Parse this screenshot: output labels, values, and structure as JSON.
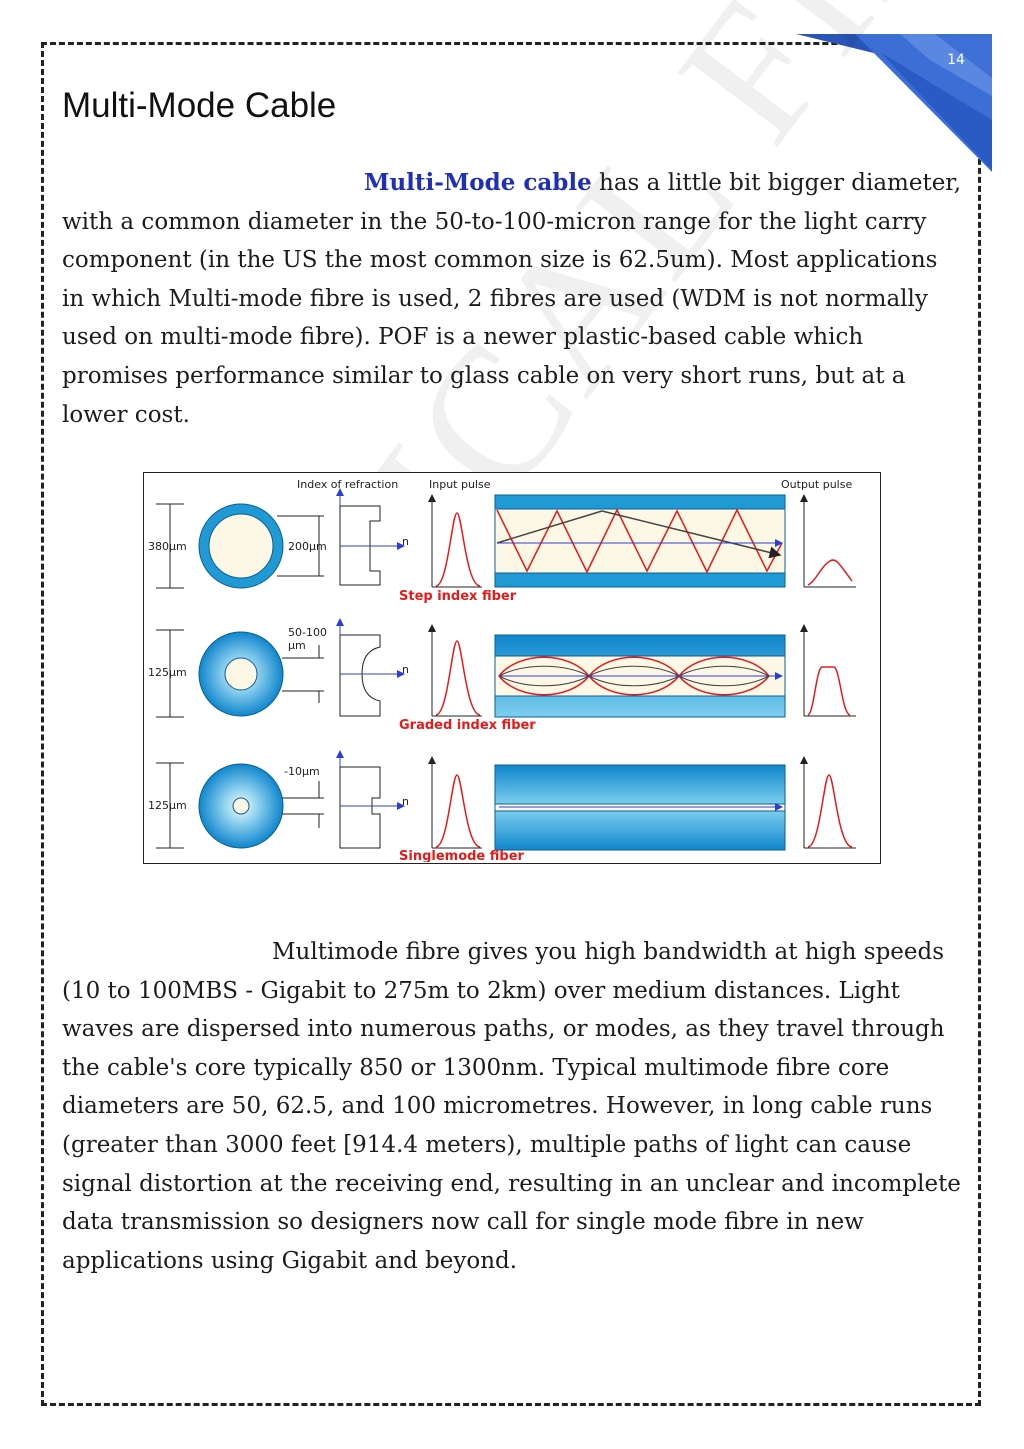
{
  "page": {
    "number": "14",
    "watermark": "OPTICAL FIBRES",
    "accent": "#2f5fc7"
  },
  "heading": "Multi-Mode Cable",
  "paragraph1": {
    "lead": "Multi-Mode cable",
    "lead_color": "#1f2fb8",
    "text": " has a little bit bigger diameter, with a common diameter in the 50-to-100-micron range for the light carry component (in the US the most common size is 62.5um). Most applications in which Multi-mode fibre is used, 2 fibres are used (WDM is not normally used on multi-mode fibre).  POF is a newer plastic-based cable which promises performance similar to glass cable on very short runs, but at a lower cost."
  },
  "figure": {
    "header_index": "Index of refraction",
    "header_input": "Input pulse",
    "header_output": "Output pulse",
    "n_label": "n",
    "rows": [
      {
        "outer": "380μm",
        "core": "200μm",
        "name": "Step index fiber"
      },
      {
        "outer": "125μm",
        "core_line1": "50-100",
        "core_line2": "μm",
        "name": "Graded index fiber"
      },
      {
        "outer": "125μm",
        "core": "-10μm",
        "name": "Singlemode fiber"
      }
    ],
    "colors": {
      "cladding": "#1f9ad4",
      "core": "#fdf8e6",
      "pulse": "#e31b1b",
      "ray": "#2b3fd6",
      "label": "#e31b1b"
    }
  },
  "paragraph2": {
    "text": "Multimode fibre gives you high bandwidth at high speeds (10 to 100MBS - Gigabit to 275m to 2km) over medium distances. Light waves are dispersed into numerous paths, or modes, as they travel through the cable's core typically 850 or 1300nm. Typical multimode fibre core diameters are 50, 62.5, and 100 micrometres. However, in long cable runs (greater than 3000 feet [914.4 meters), multiple paths of light can cause signal distortion at the receiving end, resulting in an unclear and incomplete data transmission so designers now call for single mode fibre in new applications using Gigabit and beyond."
  }
}
